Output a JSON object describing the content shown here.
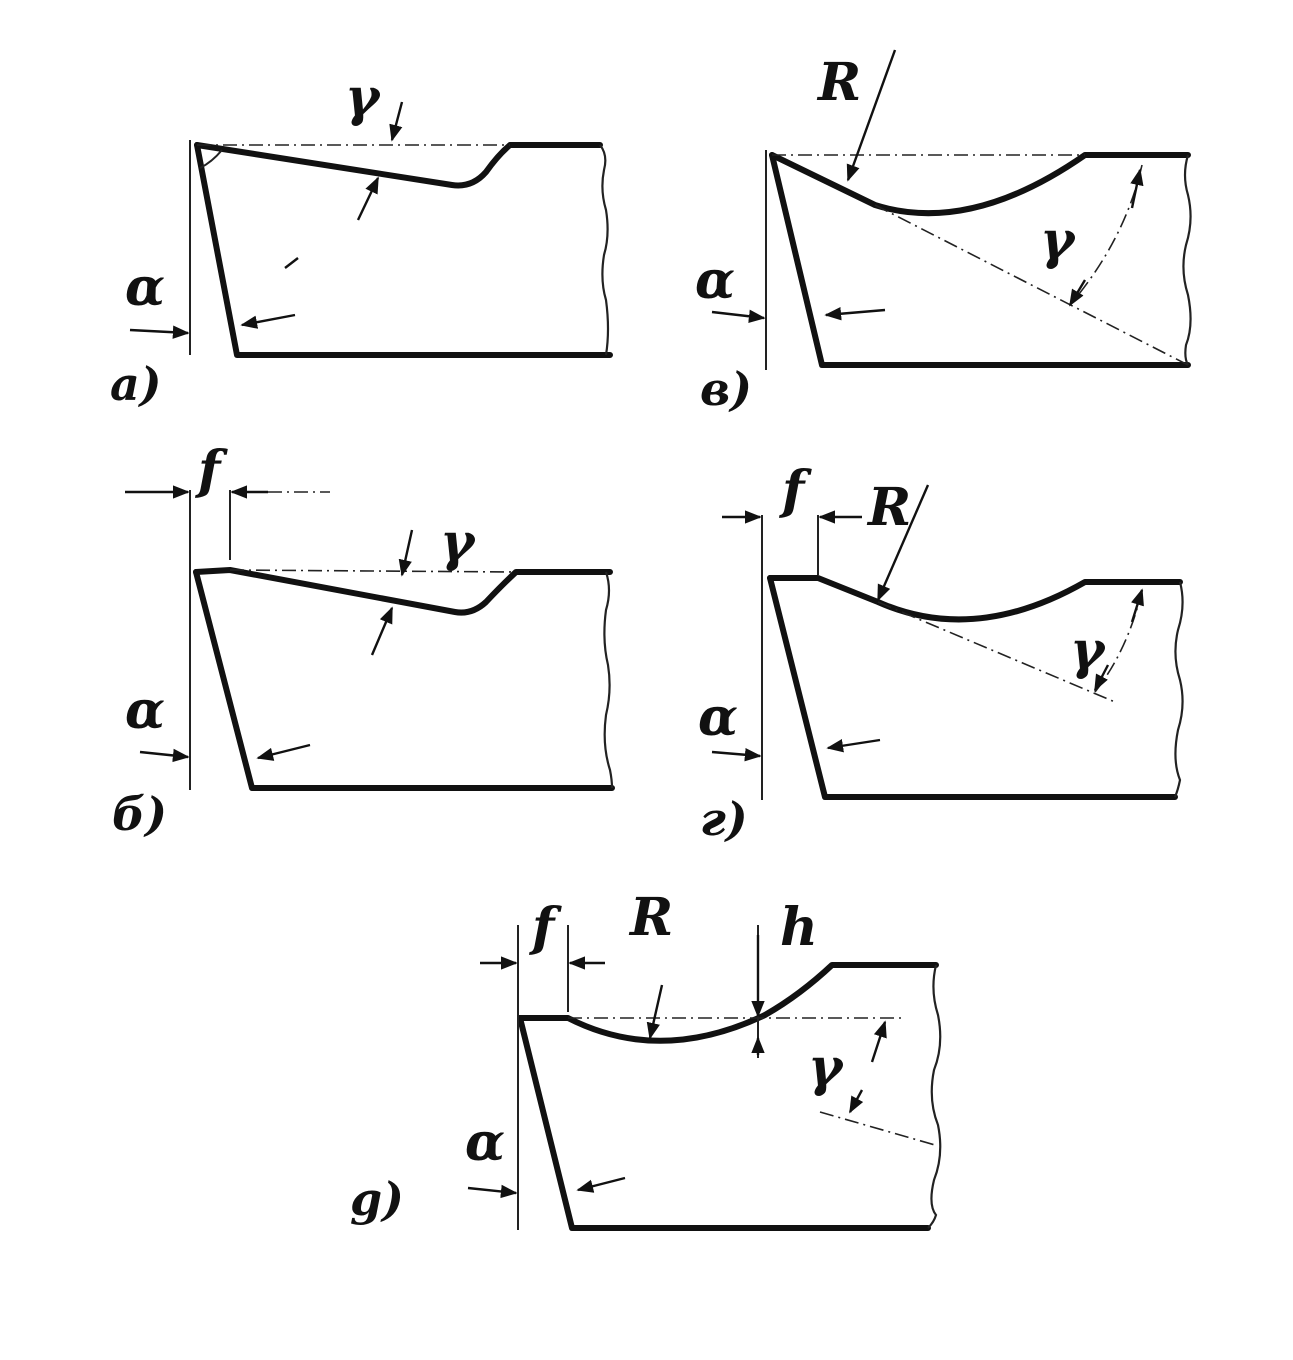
{
  "diagram": {
    "panels": [
      {
        "id": "a",
        "caption": "a)",
        "alpha": "α",
        "gamma": "γ"
      },
      {
        "id": "b",
        "caption": "б)",
        "alpha": "α",
        "gamma": "γ",
        "land": "f"
      },
      {
        "id": "v",
        "caption": "в)",
        "alpha": "α",
        "gamma": "γ",
        "radius": "R"
      },
      {
        "id": "g",
        "caption": "г)",
        "alpha": "α",
        "gamma": "γ",
        "land": "f",
        "radius": "R"
      },
      {
        "id": "d",
        "caption": "g)",
        "alpha": "α",
        "gamma": "γ",
        "land": "f",
        "radius": "R",
        "depth": "h"
      }
    ]
  }
}
